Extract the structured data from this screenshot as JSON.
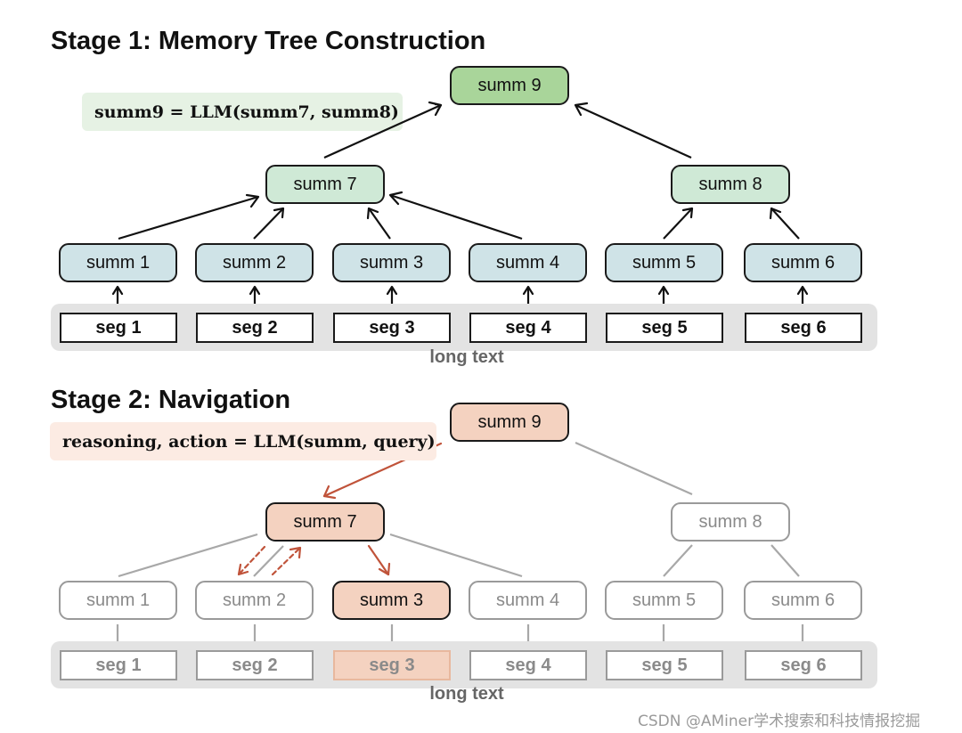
{
  "stage1": {
    "title": "Stage 1: Memory Tree Construction",
    "formula": "summ9 = LLM(summ7, summ8)",
    "nodes": {
      "summ9": "summ 9",
      "summ7": "summ 7",
      "summ8": "summ 8",
      "summ1": "summ 1",
      "summ2": "summ 2",
      "summ3": "summ 3",
      "summ4": "summ 4",
      "summ5": "summ 5",
      "summ6": "summ 6"
    },
    "segs": [
      "seg 1",
      "seg 2",
      "seg 3",
      "seg 4",
      "seg 5",
      "seg 6"
    ],
    "longtext": "long text"
  },
  "stage2": {
    "title": "Stage 2: Navigation",
    "formula": "reasoning, action = LLM(summ, query)",
    "nodes": {
      "summ9": "summ 9",
      "summ7": "summ 7",
      "summ8": "summ 8",
      "summ1": "summ 1",
      "summ2": "summ 2",
      "summ3": "summ 3",
      "summ4": "summ 4",
      "summ5": "summ 5",
      "summ6": "summ 6"
    },
    "segs": [
      "seg 1",
      "seg 2",
      "seg 3",
      "seg 4",
      "seg 5",
      "seg 6"
    ],
    "longtext": "long text"
  },
  "colors": {
    "leaf_summary": "#cfe3e7",
    "mid_summary": "#cfe9d6",
    "root_summary": "#a9d59a",
    "navigation_path": "#f4d2c0",
    "navigation_arrow": "#c0533a",
    "inactive": "#9a9a9a"
  },
  "watermark": "CSDN @AMiner学术搜索和科技情报挖掘"
}
